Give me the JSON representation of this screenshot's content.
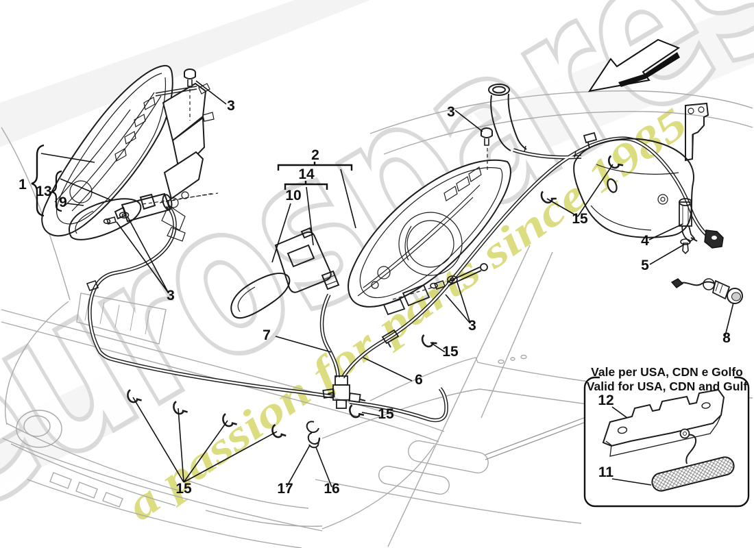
{
  "watermark": {
    "brand": "eurospares",
    "tagline": "a passion for parts since 1985"
  },
  "inset_note": {
    "title_it": "Vale per USA, CDN e Golfo",
    "title_en": "Valid for USA, CDN and Gulf"
  },
  "callouts": [
    {
      "label": "3"
    },
    {
      "label": "1"
    },
    {
      "label": "13"
    },
    {
      "label": "9"
    },
    {
      "label": "2"
    },
    {
      "label": "14"
    },
    {
      "label": "10"
    },
    {
      "label": "3"
    },
    {
      "label": "15"
    },
    {
      "label": "4"
    },
    {
      "label": "5"
    },
    {
      "label": "8"
    },
    {
      "label": "7"
    },
    {
      "label": "3"
    },
    {
      "label": "3"
    },
    {
      "label": "15"
    },
    {
      "label": "6"
    },
    {
      "label": "15"
    },
    {
      "label": "15"
    },
    {
      "label": "17"
    },
    {
      "label": "16"
    },
    {
      "label": "12"
    },
    {
      "label": "11"
    }
  ],
  "colors": {
    "background": "#ffffff",
    "line_art": "#1c1c1c",
    "car_outline": "#a9a9a9",
    "watermark_outline": "#d9d9d9",
    "tagline": "#d6d66a"
  }
}
